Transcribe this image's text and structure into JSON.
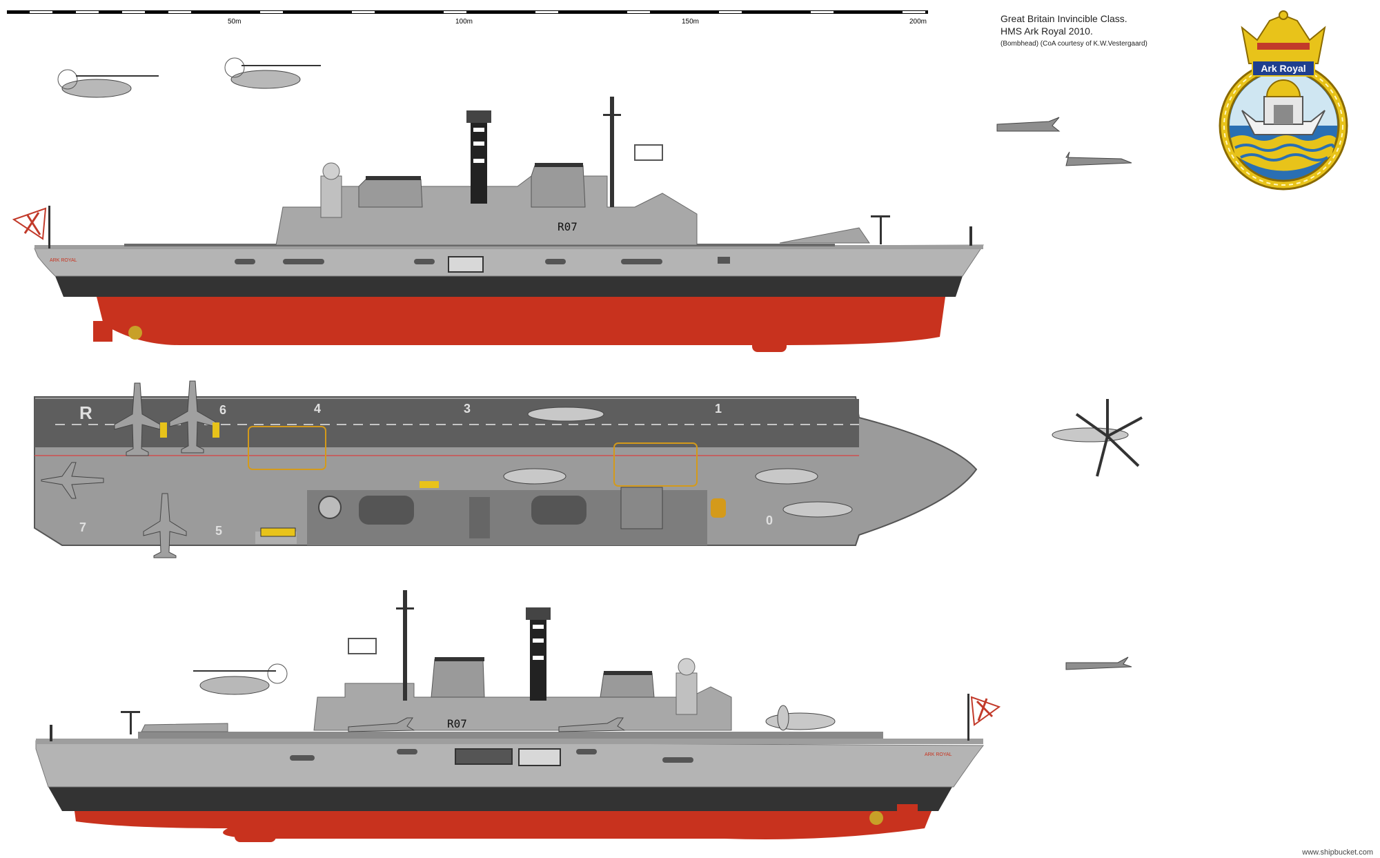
{
  "scale_bar": {
    "labels": [
      "50m",
      "100m",
      "150m",
      "200m"
    ]
  },
  "credits": {
    "line1": "Great Britain Invincible Class.",
    "line2": "HMS  Ark Royal 2010.",
    "line3": "(Bombhead)  (CoA courtesy of  K.W.Vestergaard)"
  },
  "crest": {
    "banner": "Ark Royal"
  },
  "hull": {
    "pennant": "R07",
    "stern_name": "ARK ROYAL"
  },
  "deck": {
    "spot_numbers": [
      "R",
      "6",
      "4",
      "3",
      "1",
      "7",
      "5",
      "0"
    ]
  },
  "watermark": "www.shipbucket.com",
  "colors": {
    "hull_grey": "#b4b4b4",
    "boot_top": "#333333",
    "antifouling": "#c8321e",
    "deck_grey": "#7d7d7d",
    "runway": "#5e5e5e",
    "crest_gold": "#e8c31a",
    "crest_blue": "#2a6fb3"
  }
}
